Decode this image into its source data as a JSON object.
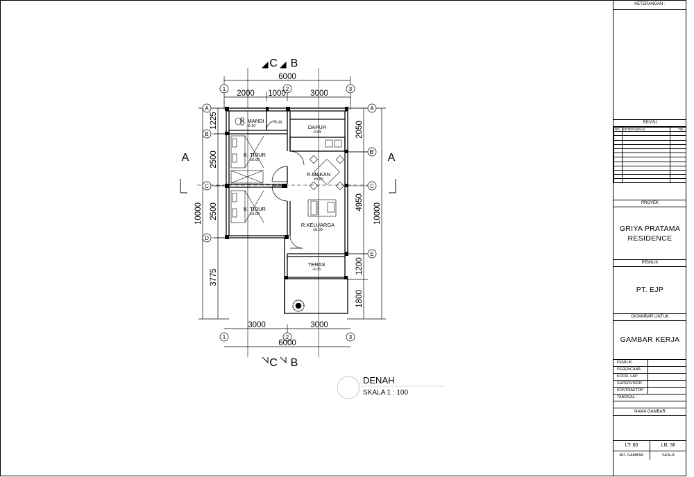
{
  "plan": {
    "sections": {
      "c": "C",
      "b": "B",
      "a": "A"
    },
    "dims_top": {
      "total": "6000",
      "d1": "2000",
      "d2": "1000",
      "d3": "3000"
    },
    "dims_bottom": {
      "total": "6000",
      "d1": "3000",
      "d2": "3000"
    },
    "dims_left": {
      "total": "10000",
      "d1": "1225",
      "d2": "2500",
      "d3": "2500",
      "d4": "3775"
    },
    "dims_right": {
      "total": "10000",
      "d1": "2050",
      "d2": "4950",
      "d3": "1200",
      "d4": "1800"
    },
    "grid_top": [
      "1",
      "2",
      "3"
    ],
    "grid_bottom": [
      "1",
      "2",
      "3"
    ],
    "grid_left": [
      "A",
      "B",
      "C",
      "D"
    ],
    "grid_right": [
      "A",
      "B'",
      "C",
      "E"
    ],
    "rooms": {
      "kmandi": {
        "name": "K. MANDI",
        "level": "-0.10"
      },
      "wc_level": "-0.08",
      "dapur": {
        "name": "DAPUR",
        "level": "-0.05"
      },
      "ktidur1": {
        "name": "K. TIDUR",
        "level": "±0.00"
      },
      "rmakan": {
        "name": "R.MAKAN",
        "level": "±0.00"
      },
      "ktidur2": {
        "name": "K. TIDUR",
        "level": "±0.00"
      },
      "rkeluarga": {
        "name": "R.KELUARGA",
        "level": "±0.00"
      },
      "teras": {
        "name": "TERAS",
        "level": "-0.05"
      }
    }
  },
  "drawing_title": {
    "name": "DENAH",
    "scale": "SKALA 1 : 100"
  },
  "title_block": {
    "keterangan": "KETERANGAN :",
    "revisi": "REVISI",
    "rev_cols": {
      "no": "NO.",
      "ket": "KETERANGAN",
      "tgl": "TGL."
    },
    "proyek_label": "PROYEK",
    "proyek_line1": "GRIYA PRATAMA",
    "proyek_line2": "RESIDENCE",
    "pemilik_label": "PEMILIK",
    "pemilik_value": "PT.  EJP",
    "digambar_label": "DIGAMBAR UNTUK",
    "digambar_value": "GAMBAR KERJA",
    "people": [
      "PEMILIK",
      "PERENCANA",
      "KOOR. LAP",
      "SUPERVISOR",
      "KONTRAKTOR",
      "TANGGAL   :"
    ],
    "nama_gambar": "NAMA GAMBAR",
    "lt": "LT:  60",
    "lb": "LB:  36",
    "no_gambar": "NO. GAMBAR",
    "skala": "SKALA"
  }
}
